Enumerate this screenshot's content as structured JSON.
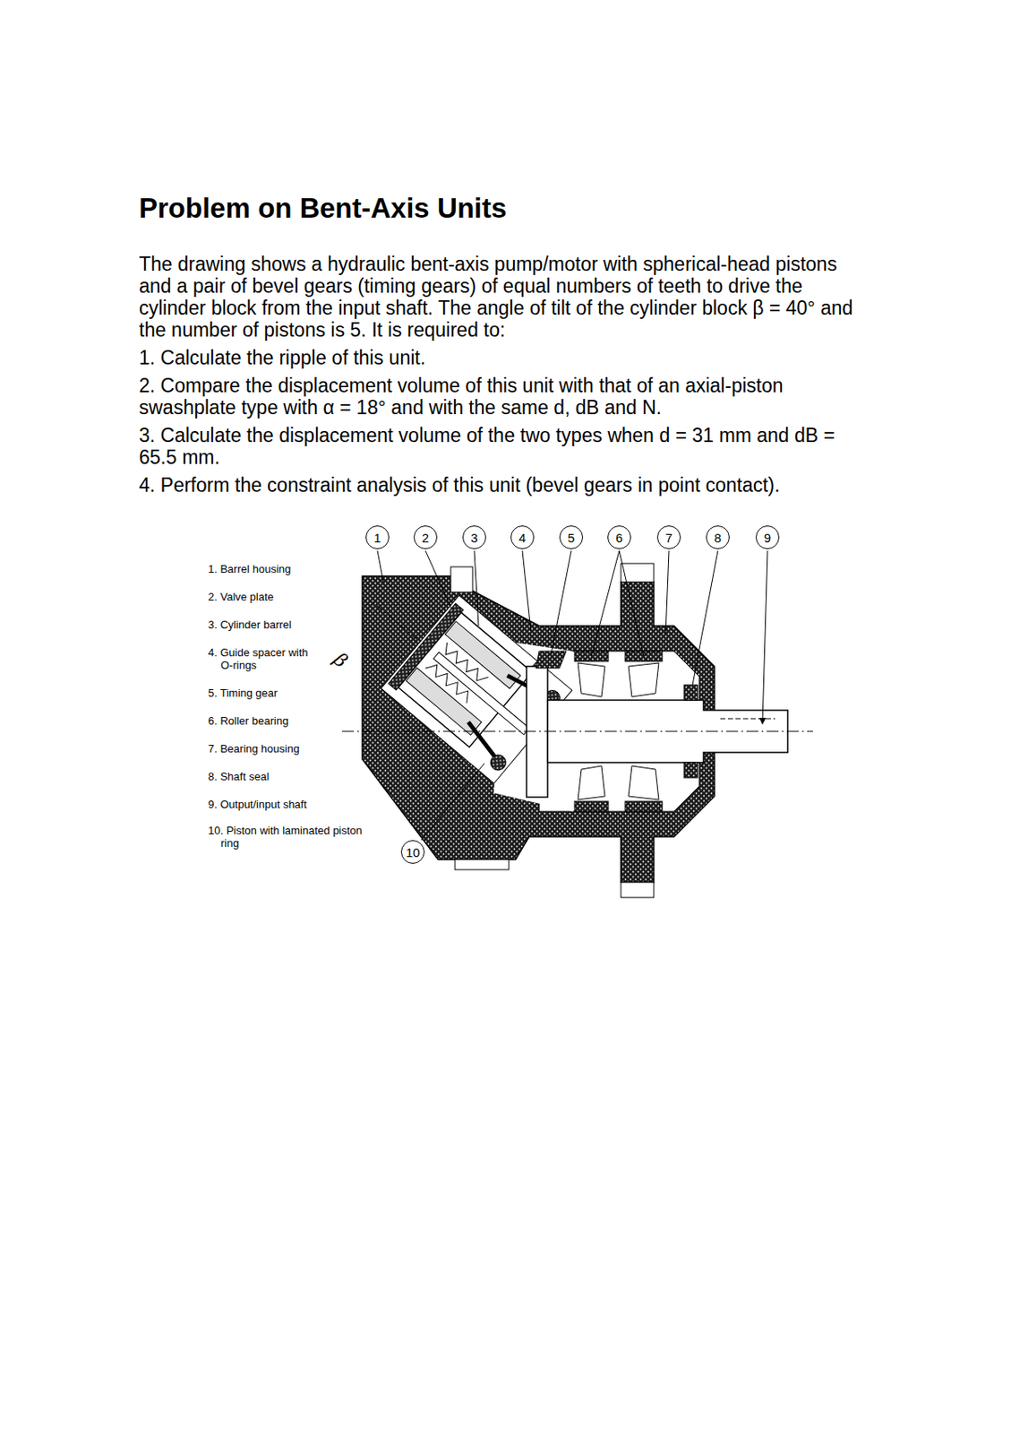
{
  "diagram": {
    "title": "Problem on Bent-Axis Units",
    "nodes": [
      {
        "text": [
          "1"
        ]
      },
      {
        "text": [
          "2"
        ]
      },
      {
        "text": [
          "3"
        ]
      },
      {
        "text": [
          "4"
        ]
      },
      {
        "text": [
          "5"
        ]
      },
      {
        "text": [
          "6"
        ]
      },
      {
        "text": [
          "7"
        ]
      },
      {
        "text": [
          "8"
        ]
      },
      {
        "text": [
          "9"
        ]
      },
      {
        "text": [
          "10"
        ]
      }
    ],
    "labels": [
      "The drawing shows a hydraulic bent-axis pump/motor with spherical-head pistons and a pair of bevel gears (timing gears) of equal numbers of teeth to drive the cylinder block from the input shaft. The angle of tilt of the cylinder block β = 40° and the number of pistons is 5. It is required to:",
      "1. Calculate the ripple of this unit.",
      "2. Compare the displacement volume of this unit with that of an axial-piston swashplate type with α = 18° and with the same d, dB and N.",
      "3. Calculate the displacement volume of the two types when d = 31 mm and dB = 65.5 mm.",
      "4. Perform the constraint analysis of this unit (bevel gears in point contact).",
      "1. Barrel housing",
      "2. Valve plate",
      "3. Cylinder barrel",
      "4. Guide spacer with O-rings",
      "5. Timing gear",
      "6. Roller bearing",
      "7. Bearing housing",
      "8. Shaft seal",
      "9. Output/input shaft",
      "10. Piston with laminated piston ring",
      "β"
    ]
  }
}
